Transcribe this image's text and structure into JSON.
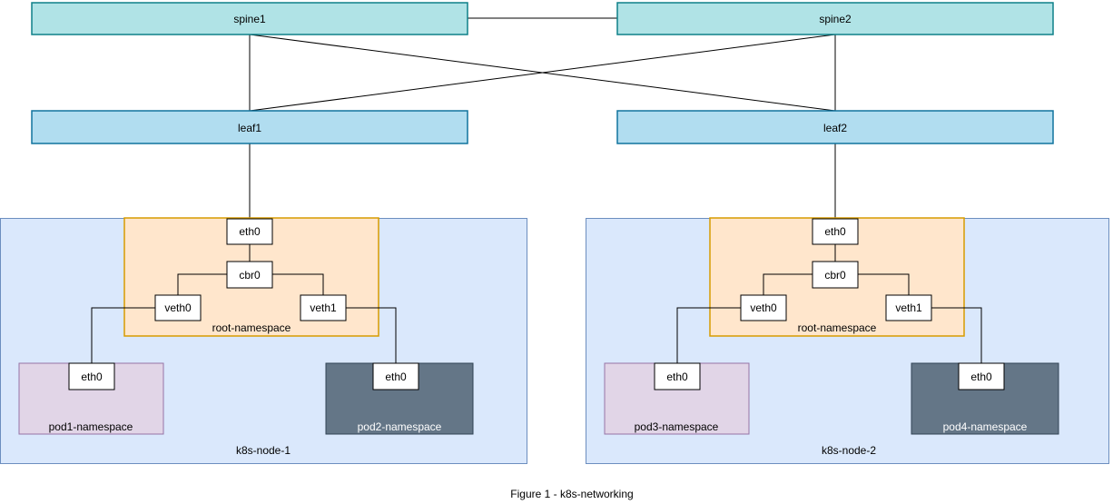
{
  "figure": {
    "caption": "Figure 1 - k8s-networking"
  },
  "fabric": {
    "spines": [
      {
        "label": "spine1"
      },
      {
        "label": "spine2"
      }
    ],
    "leaves": [
      {
        "label": "leaf1"
      },
      {
        "label": "leaf2"
      }
    ]
  },
  "nodes": [
    {
      "label": "k8s-node-1",
      "root_namespace": {
        "label": "root-namespace",
        "eth0": "eth0",
        "bridge": "cbr0",
        "veth0": "veth0",
        "veth1": "veth1"
      },
      "pods": [
        {
          "label": "pod1-namespace",
          "iface": "eth0"
        },
        {
          "label": "pod2-namespace",
          "iface": "eth0"
        }
      ]
    },
    {
      "label": "k8s-node-2",
      "root_namespace": {
        "label": "root-namespace",
        "eth0": "eth0",
        "bridge": "cbr0",
        "veth0": "veth0",
        "veth1": "veth1"
      },
      "pods": [
        {
          "label": "pod3-namespace",
          "iface": "eth0"
        },
        {
          "label": "pod4-namespace",
          "iface": "eth0"
        }
      ]
    }
  ],
  "colors": {
    "spine_fill": "#b0e3e6",
    "spine_stroke": "#0e8088",
    "leaf_fill": "#b1ddf0",
    "leaf_stroke": "#10739e",
    "node_fill": "#dae8fc",
    "node_stroke": "#6c8ebf",
    "root_ns_fill": "#ffe6cc",
    "root_ns_stroke": "#d79b00",
    "pod_odd_fill": "#e1d5e7",
    "pod_odd_stroke": "#9673a6",
    "pod_even_fill": "#647687",
    "pod_even_stroke": "#314354",
    "pod_even_text": "#ffffff",
    "iface_fill": "#ffffff",
    "iface_stroke": "#000000",
    "link_color": "#000000",
    "text_color": "#000000"
  }
}
